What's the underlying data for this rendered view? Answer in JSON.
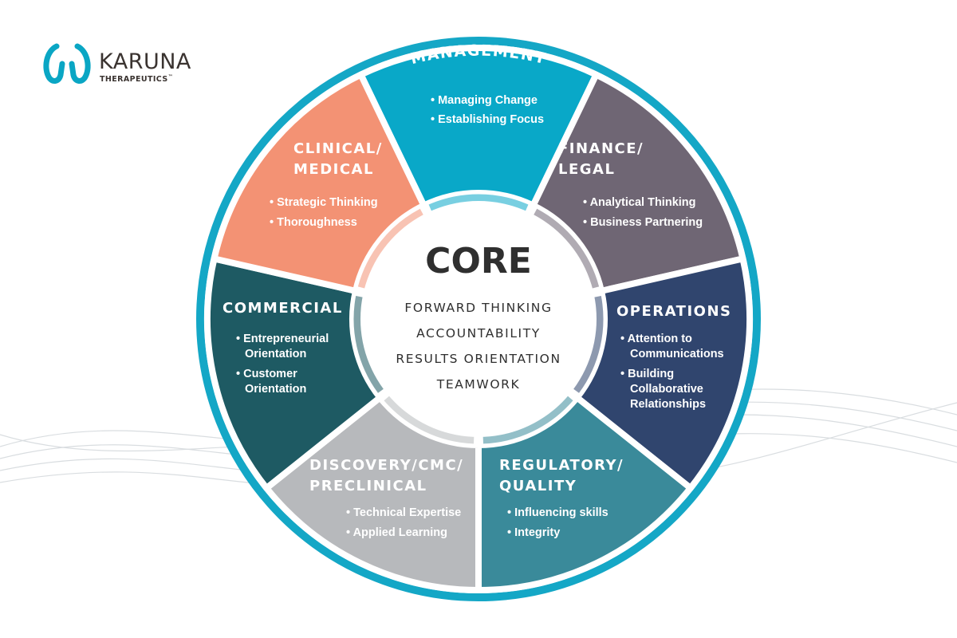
{
  "logo": {
    "name": "KARUNA",
    "subtitle": "THERAPEUTICS",
    "mark": "™",
    "color": "#0aa6c4"
  },
  "core": {
    "title": "CORE",
    "items": [
      "FORWARD THINKING",
      "ACCOUNTABILITY",
      "RESULTS ORIENTATION",
      "TEAMWORK"
    ]
  },
  "sections": [
    {
      "id": "management",
      "title": [
        "MANAGEMENT"
      ],
      "items": [
        "• Managing Change",
        "• Establishing Focus"
      ],
      "color": "#09a8c8"
    },
    {
      "id": "finance",
      "title": [
        "FINANCE/",
        "LEGAL"
      ],
      "items": [
        "• Analytical Thinking",
        "• Business Partnering"
      ],
      "color": "#6f6674"
    },
    {
      "id": "operations",
      "title": [
        "OPERATIONS"
      ],
      "items": [
        "• Attention to",
        "Communications",
        "• Building",
        "Collaborative",
        "Relationships"
      ],
      "color": "#30456e"
    },
    {
      "id": "regulatory",
      "title": [
        "REGULATORY/",
        "QUALITY"
      ],
      "items": [
        "• Influencing skills",
        "• Integrity"
      ],
      "color": "#3a8a9a"
    },
    {
      "id": "discovery",
      "title": [
        "DISCOVERY/CMC/",
        "PRECLINICAL"
      ],
      "items": [
        "• Technical Expertise",
        "• Applied Learning"
      ],
      "color": "#b7b9bc"
    },
    {
      "id": "commercial",
      "title": [
        "COMMERCIAL"
      ],
      "items": [
        "• Entrepreneurial",
        "Orientation",
        "• Customer",
        "Orientation"
      ],
      "color": "#1e5a63"
    },
    {
      "id": "clinical",
      "title": [
        "CLINICAL/",
        "MEDICAL"
      ],
      "items": [
        "• Strategic Thinking",
        "• Thoroughness"
      ],
      "color": "#f39274"
    }
  ],
  "colors": {
    "outer_ring": "#14a7c6",
    "core_fill": "#ffffff",
    "core_text": "#2f2f2f",
    "background_wave": "#d9dde0"
  }
}
